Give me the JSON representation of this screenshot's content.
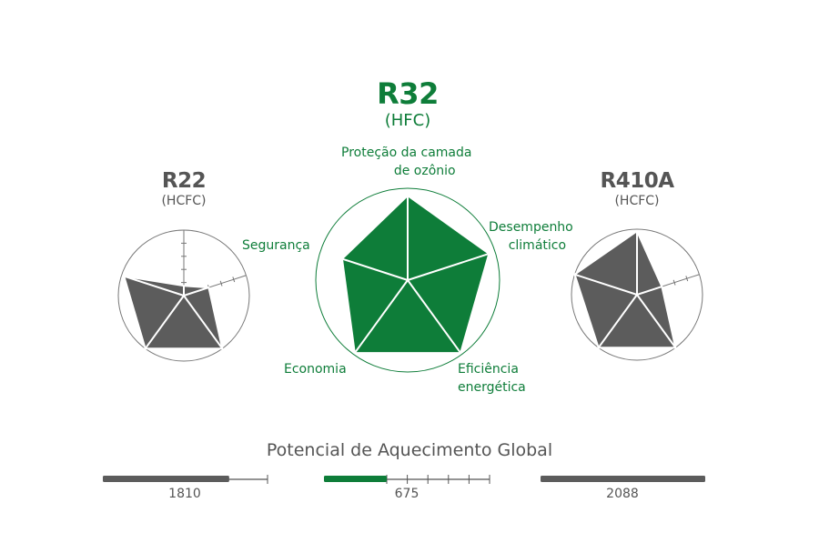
{
  "colors": {
    "green": "#0e7d39",
    "gray": "#5c5c5c"
  },
  "axes": [
    "Proteção da camada de ozônio",
    "Desempenho climático",
    "Eficiência energética",
    "Economia",
    "Segurança"
  ],
  "axis_labels": {
    "ozone_1": "Proteção da camada",
    "ozone_2": "de ozônio",
    "climate_1": "Desempenho",
    "climate_2": "climático",
    "efficiency_1": "Eficiência",
    "efficiency_2": "energética",
    "economy": "Economia",
    "safety": "Segurança"
  },
  "refrigerants": [
    {
      "name": "R22",
      "type": "(HCFC)",
      "scores": [
        0.15,
        0.4,
        1.0,
        1.0,
        0.96
      ],
      "gwp": "1810",
      "gwp_value": 1810
    },
    {
      "name": "R32",
      "type": "(HFC)",
      "scores": [
        0.92,
        0.93,
        0.98,
        0.98,
        0.75
      ],
      "gwp": "675",
      "gwp_value": 675
    },
    {
      "name": "R410A",
      "type": "(HCFC)",
      "scores": [
        0.97,
        0.4,
        1.0,
        1.0,
        1.0
      ],
      "gwp": "2088",
      "gwp_value": 2088
    }
  ],
  "gwp_title": "Potencial de Aquecimento Global"
}
